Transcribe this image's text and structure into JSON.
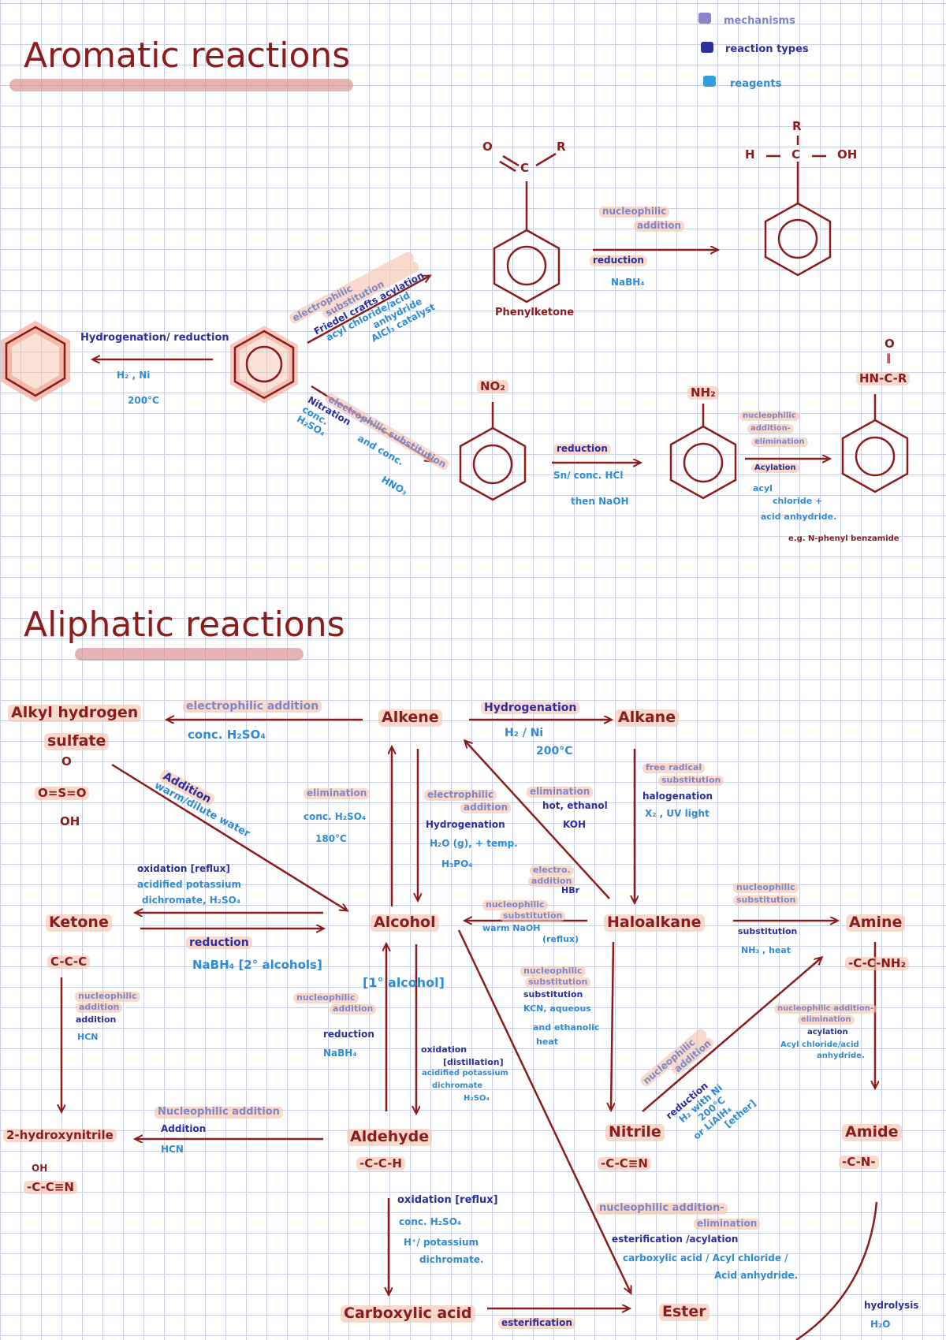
{
  "legend": {
    "mechanisms": "mechanisms",
    "reaction_types": "reaction types",
    "reagents": "reagents",
    "colors": {
      "mechanisms": "#8a84c8",
      "reaction_types": "#2c2ea0",
      "reagents": "#2f9fe0"
    }
  },
  "aromatic": {
    "title": "Aromatic reactions",
    "hydrogenation": {
      "type": "Hydrogenation/ reduction",
      "reagent1": "H₂ , Ni",
      "reagent2": "200°C"
    },
    "fc": {
      "mech1": "electrophilic",
      "mech2": "substitution",
      "type": "Friedel crafts acylation",
      "reag1": "acyl chloride/acid",
      "reag2": "anhydride",
      "reag3": "AlCl₃ catalyst"
    },
    "phenylketone": "Phenylketone",
    "ketone_frag": {
      "o": "O",
      "c": "C",
      "r": "R"
    },
    "nuc_red": {
      "mech1": "nucleophilic",
      "mech2": "addition",
      "type": "reduction",
      "reag": "NaBH₄"
    },
    "alcohol_frag": {
      "r": "R",
      "h": "H",
      "c": "C",
      "oh": "OH"
    },
    "nitration": {
      "mech": "electrophilic substitution",
      "type": "Nitration",
      "reag1": "conc.",
      "reag2": "H₂SO₄",
      "reag3": "and conc.",
      "reag4": "HNO₃"
    },
    "no2": "NO₂",
    "nh2": "NH₂",
    "nitro_red": {
      "type": "reduction",
      "reag1": "Sn/ conc. HCl",
      "reag2": "then NaOH"
    },
    "acylation": {
      "mech1": "nucleophilic",
      "mech2": "addition-",
      "mech3": "elimination",
      "type": "Acylation",
      "reag1": "acyl",
      "reag2": "chloride +",
      "reag3": "acid anhydride.",
      "note": "e.g. N-phenyl benzamide"
    },
    "amide_frag": {
      "o": "O",
      "bond": "‖",
      "hn": "HN-C-R"
    }
  },
  "aliphatic": {
    "title": "Aliphatic reactions",
    "nodes": {
      "alkyl1": "Alkyl hydrogen",
      "alkyl2": "sulfate",
      "alkene": "Alkene",
      "alkane": "Alkane",
      "ketone": "Ketone",
      "alcohol": "Alcohol",
      "haloalkane": "Haloalkane",
      "amine": "Amine",
      "hydroxynitrile": "2-hydroxynitrile",
      "aldehyde": "Aldehyde",
      "nitrile": "Nitrile",
      "amide": "Amide",
      "carboxylic": "Carboxylic acid",
      "ester": "Ester"
    },
    "formulae": {
      "sulfate_top": "O",
      "sulfate_mid": "O=S=O",
      "sulfate_bot": "OH",
      "ketone": "C-C-C",
      "ald": "-C-C-H",
      "nitrile": "-C-C≡N",
      "amine": "-C-C-NH₂",
      "amide": "-C-N-",
      "hydroxy": "-C-C≡N",
      "hydroxy_top": "OH"
    },
    "labels": {
      "e_add": "electrophilic addition",
      "e_add_reag": "conc. H₂SO₄",
      "hydrog": "Hydrogenation",
      "hydrog_r1": "H₂ / Ni",
      "hydrog_r2": "200°C",
      "addition": "Addition",
      "warm_water": "warm/dilute water",
      "elim": "elimination",
      "elim_r1": "conc. H₂SO₄",
      "elim_r2": "180°C",
      "eadd2_1": "electrophilic",
      "eadd2_2": "addition",
      "hyd2": "Hydrogenation",
      "hyd2_r1": "H₂O (g), + temp.",
      "hyd2_r2": "H₃PO₄",
      "elim2": "elimination",
      "elim2_r1": "hot, ethanol",
      "elim2_r2": "KOH",
      "frs1": "free radical",
      "frs2": "substitution",
      "halog": "halogenation",
      "halog_r": "X₂ , UV light",
      "eadd3_1": "electro.",
      "eadd3_2": "addition",
      "eadd3_3": "HBr",
      "ox_reflux": "oxidation [reflux]",
      "ox_r1": "acidified potassium",
      "ox_r2": "dichromate, H₂SO₄",
      "red": "reduction",
      "red_r": "NaBH₄ [2° alcohols]",
      "nsub1": "nucleophilic",
      "nsub2": "substitution",
      "nsub_r1": "warm NaOH",
      "nsub_r2": "(reflux)",
      "nsub3_1": "nucleophilic",
      "nsub3_2": "substitution",
      "nsub3_3": "substitution",
      "nsub3_r1": "KCN, aqueous",
      "nsub3_r2": "and ethanolic",
      "nsub3_r3": "heat",
      "nsub4_1": "nucleophilic",
      "nsub4_2": "substitution",
      "nsub4_3": "substitution",
      "nsub4_r": "NH₃ , heat",
      "primary": "[1° alcohol]",
      "nadd_k1": "nucleophilic",
      "nadd_k2": "addition",
      "nadd_k3": "addition",
      "nadd_k_r": "HCN",
      "nadd_a1": "nucleophilic",
      "nadd_a2": "addition",
      "red_a": "reduction",
      "red_a_r": "NaBH₄",
      "oxd": "oxidation",
      "oxd2": "[distillation]",
      "oxd_r1": "acidified potassium",
      "oxd_r2": "dichromate",
      "oxd_r3": "H₂SO₄",
      "nadd_ald": "Nucleophilic addition",
      "add_ald": "Addition",
      "hcn_ald": "HCN",
      "nadd_n1": "nucleophilic",
      "nadd_n2": "addition",
      "red_n": "reduction",
      "red_n_r1": "H₂ with Ni",
      "red_n_r2": "200°C",
      "red_n_r3": "or LiAlH₄",
      "red_n_r4": "[ether]",
      "nae1": "nucleophilic addition-",
      "nae2": "elimination",
      "acyl_am": "acylation",
      "acyl_am_r1": "Acyl chloride/acid",
      "acyl_am_r2": "anhydride.",
      "oxr": "oxidation [reflux]",
      "oxr_r1": "conc. H₂SO₄",
      "oxr_r2": "H⁺/ potassium",
      "oxr_r3": "dichromate.",
      "nae_e1": "nucleophilic addition-",
      "nae_e2": "elimination",
      "ester_type": "esterification /acylation",
      "ester_r1": "carboxylic acid / Acyl chloride /",
      "ester_r2": "Acid anhydride.",
      "esterif": "esterification",
      "hydrolysis": "hydrolysis",
      "h2o": "H₂O"
    }
  }
}
